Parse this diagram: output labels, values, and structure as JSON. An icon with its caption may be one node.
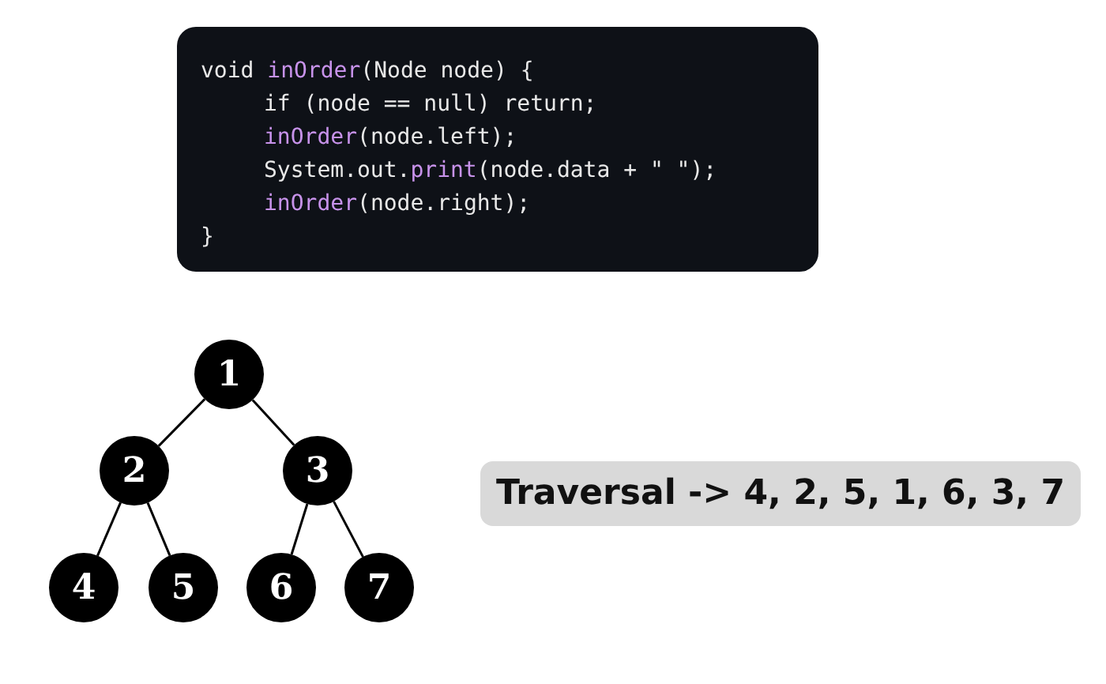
{
  "diagram": {
    "nodes": [
      {
        "text": [
          "void inOrder(Node node) {",
          "if (node == null) return;",
          "inOrder(node.left);",
          "System.out.print(node.data + \" \");",
          "inOrder(node.right);",
          "}"
        ]
      },
      {
        "text": [
          "1"
        ]
      },
      {
        "text": [
          "2"
        ]
      },
      {
        "text": [
          "3"
        ]
      },
      {
        "text": [
          "4"
        ]
      },
      {
        "text": [
          "5"
        ]
      },
      {
        "text": [
          "6"
        ]
      },
      {
        "text": [
          "7"
        ]
      },
      {
        "text": [
          "Traversal -> 4, 2, 5, 1, 6, 3, 7"
        ]
      }
    ],
    "edges": [
      {
        "from": 1,
        "to": 2,
        "arrow": "none"
      },
      {
        "from": 1,
        "to": 3,
        "arrow": "none"
      },
      {
        "from": 2,
        "to": 4,
        "arrow": "none"
      },
      {
        "from": 2,
        "to": 5,
        "arrow": "none"
      },
      {
        "from": 3,
        "to": 6,
        "arrow": "none"
      },
      {
        "from": 3,
        "to": 7,
        "arrow": "none"
      }
    ]
  }
}
